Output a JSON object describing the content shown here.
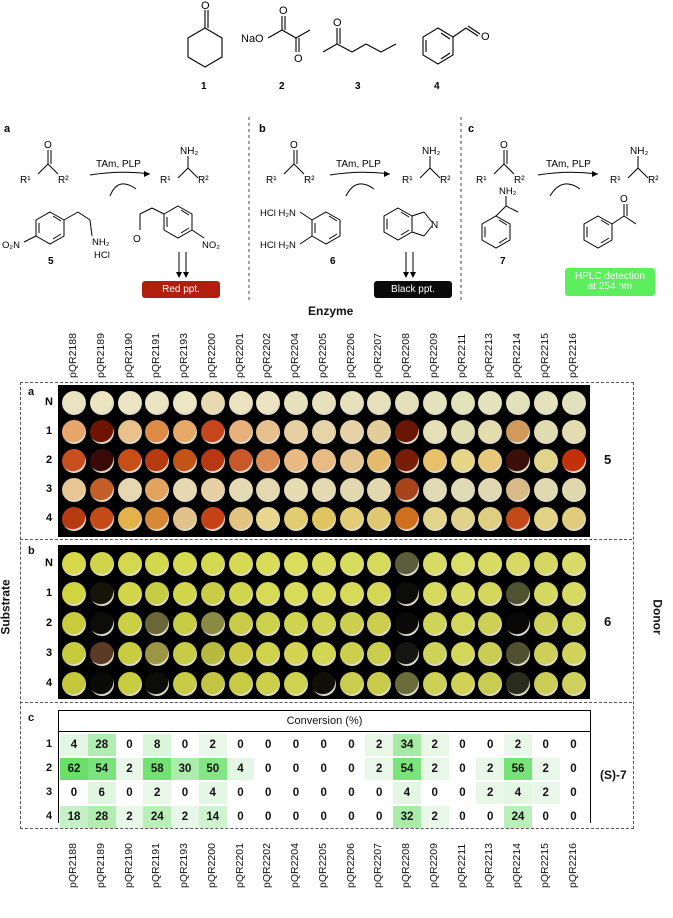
{
  "top_compounds": {
    "labels": [
      "1",
      "2",
      "3",
      "4"
    ],
    "na_label": "NaO"
  },
  "schemes": {
    "a": {
      "letter": "a",
      "conditions": "TAm, PLP",
      "compound": "5",
      "hcl": "HCl",
      "badge": "Red ppt.",
      "badge_color": "#b11e0e"
    },
    "b": {
      "letter": "b",
      "conditions": "TAm, PLP",
      "compound": "6",
      "hcl1": "HCl H₂N",
      "hcl2": "HCl H₂N",
      "badge": "Black ppt.",
      "badge_color": "#0a0a0a"
    },
    "c": {
      "letter": "c",
      "conditions": "TAm, PLP",
      "compound": "7",
      "badge_line1": "HPLC detection",
      "badge_line2": "at 254 nm",
      "badge_color": "#5cee5c"
    }
  },
  "figure": {
    "enzyme_title": "Enzyme",
    "substrate_label": "Substrate",
    "donor_label": "Donor",
    "enzymes": [
      "pQR2188",
      "pQR2189",
      "pQR2190",
      "pQR2191",
      "pQR2193",
      "pQR2200",
      "pQR2201",
      "pQR2202",
      "pQR2204",
      "pQR2205",
      "pQR2206",
      "pQR2207",
      "pQR2208",
      "pQR2209",
      "pQR2211",
      "pQR2213",
      "pQR2214",
      "pQR2215",
      "pQR2216"
    ],
    "panel_a": {
      "letter": "a",
      "donor": "5",
      "rows": [
        "N",
        "1",
        "2",
        "3",
        "4"
      ],
      "well_colors": [
        [
          "#e9e3c2",
          "#ece4c0",
          "#ebe5c4",
          "#ebe4c2",
          "#ece6c4",
          "#e8d9b0",
          "#ebe3c0",
          "#eae4c2",
          "#e8e1be",
          "#e6e0bc",
          "#e7e1be",
          "#e6e0bc",
          "#e5dfbc",
          "#e4e3bd",
          "#e2e3bb",
          "#e5e3be",
          "#e3e0bc",
          "#e4e2bd",
          "#e2e1bd"
        ],
        [
          "#e8a56c",
          "#6e1405",
          "#e8c28a",
          "#dc8a46",
          "#e7a96a",
          "#c6461c",
          "#e8b07a",
          "#e7c08e",
          "#e6cfa2",
          "#e6d4a8",
          "#e6d2a6",
          "#e2cc98",
          "#6a1506",
          "#e4dfb4",
          "#e0dfb2",
          "#e3dcae",
          "#d09a5a",
          "#e0dcb0",
          "#e2dcb0"
        ],
        [
          "#c8501e",
          "#3a0b06",
          "#c84e18",
          "#b83a10",
          "#c35418",
          "#b73812",
          "#c9582a",
          "#dc8c52",
          "#e9b982",
          "#e8ba84",
          "#e6c490",
          "#e4ba6c",
          "#7a1d08",
          "#e8c06a",
          "#e6d586",
          "#e7c77a",
          "#3a0f08",
          "#e0d38a",
          "#c2310a"
        ],
        [
          "#e8c694",
          "#c45e28",
          "#e6d7b0",
          "#e0a45e",
          "#e6d8b0",
          "#e7d0a4",
          "#e6dab4",
          "#e4d8b0",
          "#e5dcb4",
          "#e4dab2",
          "#e2d8b0",
          "#e2d8ae",
          "#a8441a",
          "#e0dab4",
          "#e0dbb4",
          "#e0d8b2",
          "#d8ba86",
          "#dfd8b0",
          "#dfd8ae"
        ],
        [
          "#b83a10",
          "#c44a18",
          "#e4b24a",
          "#d68834",
          "#e2c28a",
          "#c64214",
          "#e2c47e",
          "#e6d68e",
          "#e2cc72",
          "#e0c460",
          "#e3cc78",
          "#e0c872",
          "#d0701e",
          "#e2d488",
          "#e0d28a",
          "#e0ce80",
          "#c24a18",
          "#e2d286",
          "#e0cc7c"
        ]
      ]
    },
    "panel_b": {
      "letter": "b",
      "donor": "6",
      "rows": [
        "N",
        "1",
        "2",
        "3",
        "4"
      ],
      "well_colors": [
        [
          "#d6d84a",
          "#d0d448",
          "#d4d84c",
          "#d2d84c",
          "#d6da50",
          "#d4d84e",
          "#d6da52",
          "#d8dc58",
          "#dade5c",
          "#dadc5e",
          "#d8dc5c",
          "#d6da5a",
          "#5a5e3a",
          "#d8dc62",
          "#dadd68",
          "#d8dc64",
          "#d6da64",
          "#d4d862",
          "#d8dc66"
        ],
        [
          "#cfd440",
          "#141409",
          "#d2d648",
          "#c6cc44",
          "#d2d64a",
          "#c8cc46",
          "#d2d64c",
          "#d6da54",
          "#d8dc5a",
          "#d8dc5a",
          "#d6da58",
          "#d4d856",
          "#0c0c08",
          "#d6da5c",
          "#d8dc62",
          "#d2d65a",
          "#4e5230",
          "#d4d860",
          "#d6da62"
        ],
        [
          "#c8cc3c",
          "#0c0c08",
          "#cbd042",
          "#6a6638",
          "#c8cc44",
          "#8a8a44",
          "#c8cc46",
          "#cdd24c",
          "#cfd450",
          "#d0d452",
          "#cccf50",
          "#cccf4e",
          "#0a0a08",
          "#d0d456",
          "#d2d65a",
          "#ccd056",
          "#080808",
          "#cfd25a",
          "#d2d65c"
        ],
        [
          "#c6ca3c",
          "#5a3a24",
          "#c8cc40",
          "#9a9644",
          "#c8cc44",
          "#b8ba40",
          "#caca46",
          "#d0d24c",
          "#d2d452",
          "#d2d652",
          "#cccf4e",
          "#cacd4e",
          "#141410",
          "#ced256",
          "#d2d65a",
          "#cacd54",
          "#4e5030",
          "#ccd058",
          "#d0d45c"
        ],
        [
          "#c4c83a",
          "#0a0a08",
          "#c8cc40",
          "#0c0c08",
          "#c8cc44",
          "#c2c444",
          "#c8cc44",
          "#cccf4a",
          "#ced250",
          "#101008",
          "#cacd4e",
          "#c8cb4c",
          "#6a6c3a",
          "#ccd054",
          "#cfd256",
          "#c8cc52",
          "#2a2c1c",
          "#cacd56",
          "#cdd05a"
        ]
      ]
    },
    "panel_c": {
      "letter": "c",
      "title": "Conversion (%)",
      "donor": "(S)-7",
      "rows": [
        "1",
        "2",
        "3",
        "4"
      ],
      "values": [
        [
          4,
          28,
          0,
          8,
          0,
          2,
          0,
          0,
          0,
          0,
          0,
          2,
          34,
          2,
          0,
          0,
          2,
          0,
          0
        ],
        [
          62,
          54,
          2,
          58,
          30,
          50,
          4,
          0,
          0,
          0,
          0,
          2,
          54,
          2,
          0,
          2,
          56,
          2,
          0
        ],
        [
          0,
          6,
          0,
          2,
          0,
          4,
          0,
          0,
          0,
          0,
          0,
          0,
          4,
          0,
          0,
          2,
          4,
          2,
          0
        ],
        [
          18,
          28,
          2,
          24,
          2,
          14,
          0,
          0,
          0,
          0,
          0,
          0,
          32,
          2,
          0,
          0,
          24,
          0,
          0
        ]
      ]
    }
  }
}
